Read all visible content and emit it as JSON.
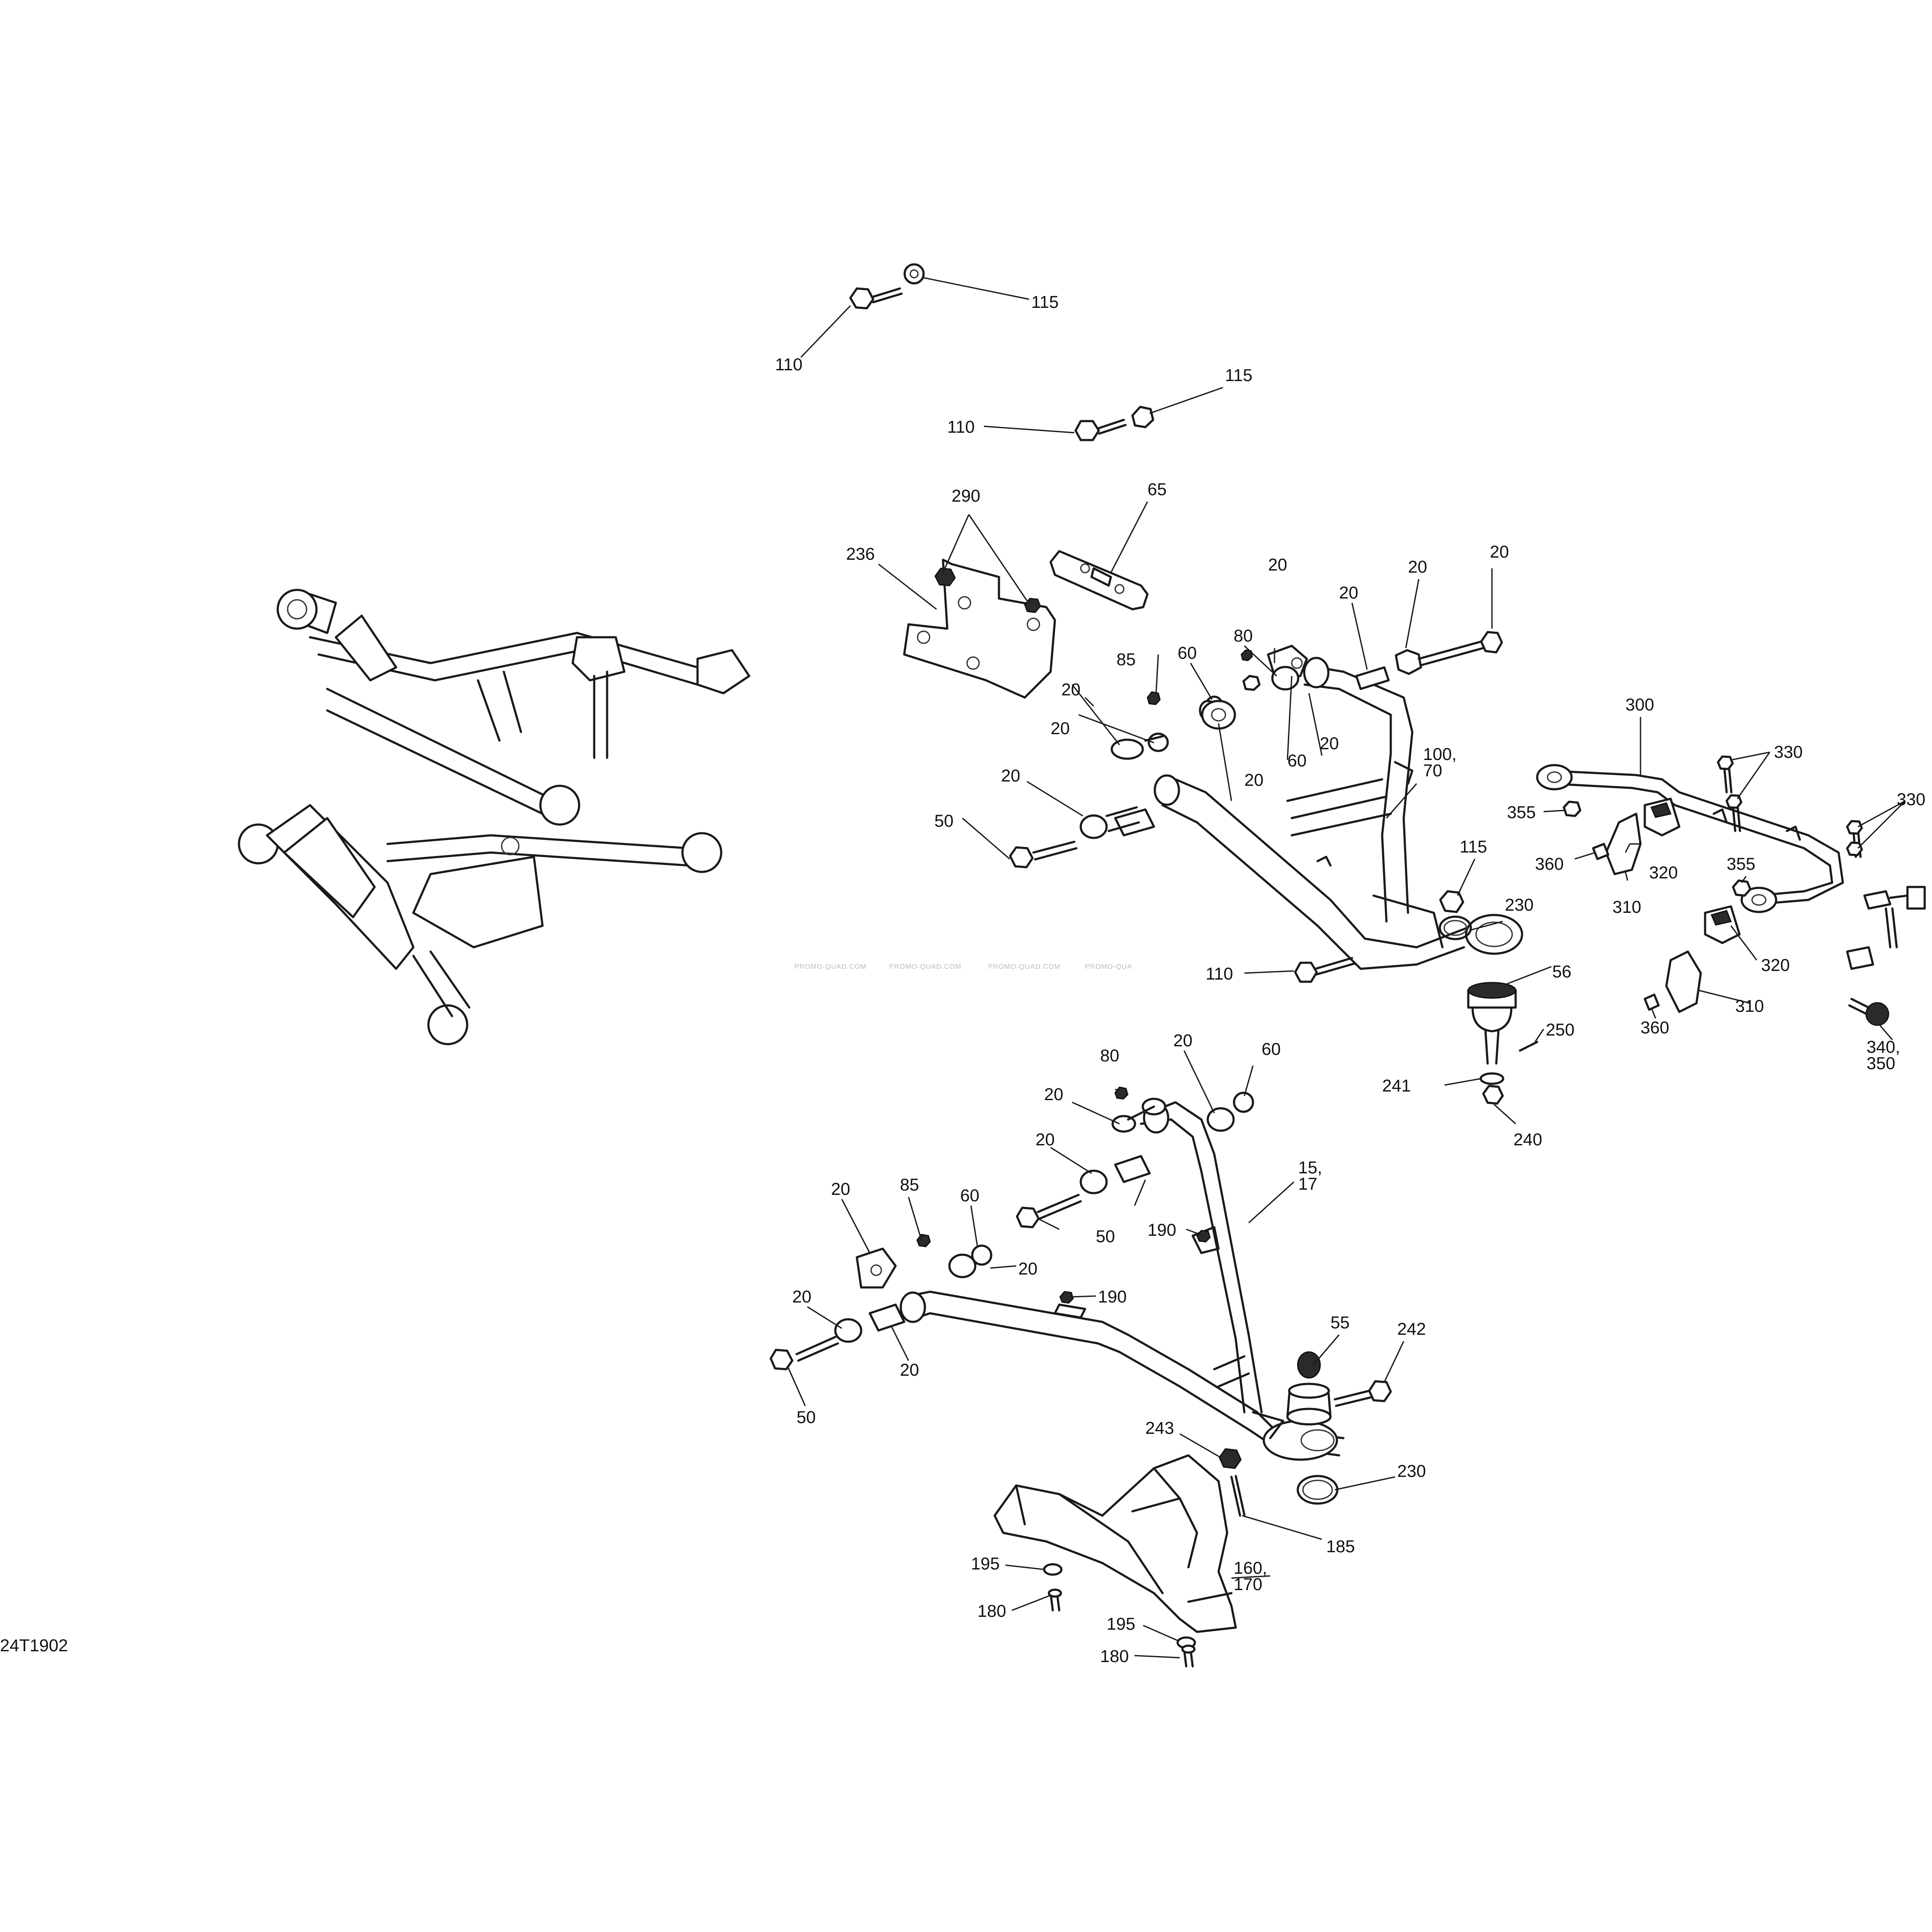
{
  "diagram_code": "24T1902",
  "watermark": [
    "PROMO-QUAD.COM",
    "PROMO-QUAD.COM",
    "PROMO-QUAD.COM",
    "PROMO-QUA"
  ],
  "callouts": [
    {
      "id": "c110a",
      "text": "110"
    },
    {
      "id": "c115a",
      "text": "115"
    },
    {
      "id": "c110b",
      "text": "110"
    },
    {
      "id": "c115b",
      "text": "115"
    },
    {
      "id": "c290",
      "text": "290"
    },
    {
      "id": "c65",
      "text": "65"
    },
    {
      "id": "c236",
      "text": "236"
    },
    {
      "id": "c20a",
      "text": "20"
    },
    {
      "id": "c20b",
      "text": "20"
    },
    {
      "id": "c20c",
      "text": "20"
    },
    {
      "id": "c50a",
      "text": "50"
    },
    {
      "id": "c60a",
      "text": "60"
    },
    {
      "id": "c80a",
      "text": "80"
    },
    {
      "id": "c85a",
      "text": "85"
    },
    {
      "id": "c20d",
      "text": "20"
    },
    {
      "id": "c20e",
      "text": "20"
    },
    {
      "id": "c20f",
      "text": "20"
    },
    {
      "id": "c60b",
      "text": "60"
    },
    {
      "id": "c20g",
      "text": "20"
    },
    {
      "id": "c20h",
      "text": "20"
    },
    {
      "id": "c20i",
      "text": "20"
    },
    {
      "id": "c100_70",
      "text": "100,\n70"
    },
    {
      "id": "c115c",
      "text": "115"
    },
    {
      "id": "c110c",
      "text": "110"
    },
    {
      "id": "c230a",
      "text": "230"
    },
    {
      "id": "c56",
      "text": "56"
    },
    {
      "id": "c250",
      "text": "250"
    },
    {
      "id": "c241",
      "text": "241"
    },
    {
      "id": "c240",
      "text": "240"
    },
    {
      "id": "c300",
      "text": "300"
    },
    {
      "id": "c330a",
      "text": "330"
    },
    {
      "id": "c330b",
      "text": "330"
    },
    {
      "id": "c355a",
      "text": "355"
    },
    {
      "id": "c360a",
      "text": "360"
    },
    {
      "id": "c310a",
      "text": "310"
    },
    {
      "id": "c320a",
      "text": "320"
    },
    {
      "id": "c355b",
      "text": "355"
    },
    {
      "id": "c320b",
      "text": "320"
    },
    {
      "id": "c310b",
      "text": "310"
    },
    {
      "id": "c360b",
      "text": "360"
    },
    {
      "id": "c340_350",
      "text": "340,\n350"
    },
    {
      "id": "c80b",
      "text": "80"
    },
    {
      "id": "c20j",
      "text": "20"
    },
    {
      "id": "c60c",
      "text": "60"
    },
    {
      "id": "c20k",
      "text": "20"
    },
    {
      "id": "c20l",
      "text": "20"
    },
    {
      "id": "c50b",
      "text": "50"
    },
    {
      "id": "c15_17",
      "text": "15,\n17"
    },
    {
      "id": "c20m",
      "text": "20"
    },
    {
      "id": "c85b",
      "text": "85"
    },
    {
      "id": "c60d",
      "text": "60"
    },
    {
      "id": "c20n",
      "text": "20"
    },
    {
      "id": "c190a",
      "text": "190"
    },
    {
      "id": "c190b",
      "text": "190"
    },
    {
      "id": "c20o",
      "text": "20"
    },
    {
      "id": "c20p",
      "text": "20"
    },
    {
      "id": "c50c",
      "text": "50"
    },
    {
      "id": "c55",
      "text": "55"
    },
    {
      "id": "c242",
      "text": "242"
    },
    {
      "id": "c243",
      "text": "243"
    },
    {
      "id": "c230b",
      "text": "230"
    },
    {
      "id": "c185",
      "text": "185"
    },
    {
      "id": "c195a",
      "text": "195"
    },
    {
      "id": "c180a",
      "text": "180"
    },
    {
      "id": "c160_170",
      "text": "160,\n170"
    },
    {
      "id": "c195b",
      "text": "195"
    },
    {
      "id": "c180b",
      "text": "180"
    }
  ]
}
